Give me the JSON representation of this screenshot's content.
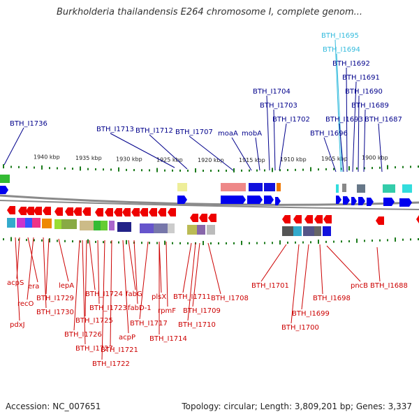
{
  "title": "Burkholderia thailandensis E264 chromosome I, complete genom...",
  "footer": {
    "accession": "Accession: NC_007651",
    "topology": "Topology: circular; Length: 3,809,201 bp; Genes: 3,337"
  },
  "colors": {
    "upper_label": "#00008b",
    "upper_label_highlight": "#33bbdd",
    "lower_label": "#cc0000",
    "scale_tick": "#1a7a1a",
    "forward_gene": "#0000ee",
    "reverse_gene": "#ee0000",
    "backbone": "#8a8a8a"
  },
  "scale_ticks": [
    "1940 kbp",
    "1935 kbp",
    "1930 kbp",
    "1925 kbp",
    "1920 kbp",
    "1915 kbp",
    "1910 kbp",
    "1905 kbp",
    "1900 kbp"
  ],
  "upper_labels": [
    {
      "text": "BTH_I1695",
      "highlight": true
    },
    {
      "text": "BTH_I1694",
      "highlight": true
    },
    {
      "text": "BTH_I1692",
      "highlight": false
    },
    {
      "text": "BTH_I1691",
      "highlight": false
    },
    {
      "text": "BTH_I1690",
      "highlight": false
    },
    {
      "text": "BTH_I1704",
      "highlight": false
    },
    {
      "text": "BTH_I1689",
      "highlight": false
    },
    {
      "text": "BTH_I1703",
      "highlight": false
    },
    {
      "text": "BTH_I1702",
      "highlight": false
    },
    {
      "text": "BTH_I1693",
      "highlight": false
    },
    {
      "text": "BTH_I1687",
      "highlight": false
    },
    {
      "text": "BTH_I1736",
      "highlight": false
    },
    {
      "text": "BTH_I1713",
      "highlight": false
    },
    {
      "text": "BTH_I1712",
      "highlight": false
    },
    {
      "text": "BTH_I1707",
      "highlight": false
    },
    {
      "text": "moaA",
      "highlight": false
    },
    {
      "text": "mobA",
      "highlight": false
    },
    {
      "text": "BTH_I1696",
      "highlight": false
    }
  ],
  "lower_labels": [
    "acpS",
    "era",
    "recO",
    "BTH_I1730",
    "pdxJ",
    "BTH_I1729",
    "lepA",
    "BTH_I1724",
    "BTH_I1723",
    "BTH_I1725",
    "BTH_I1726",
    "BTH_I1727",
    "fabG",
    "fabD-1",
    "acpP",
    "BTH_I1721",
    "BTH_I1722",
    "plsX",
    "rpmF",
    "BTH_I1717",
    "BTH_I1714",
    "BTH_I1711",
    "BTH_I1709",
    "BTH_I1710",
    "BTH_I1708",
    "BTH_I1701",
    "BTH_I1700",
    "BTH_I1699",
    "BTH_I1698",
    "pncB",
    "BTH_I1688"
  ]
}
